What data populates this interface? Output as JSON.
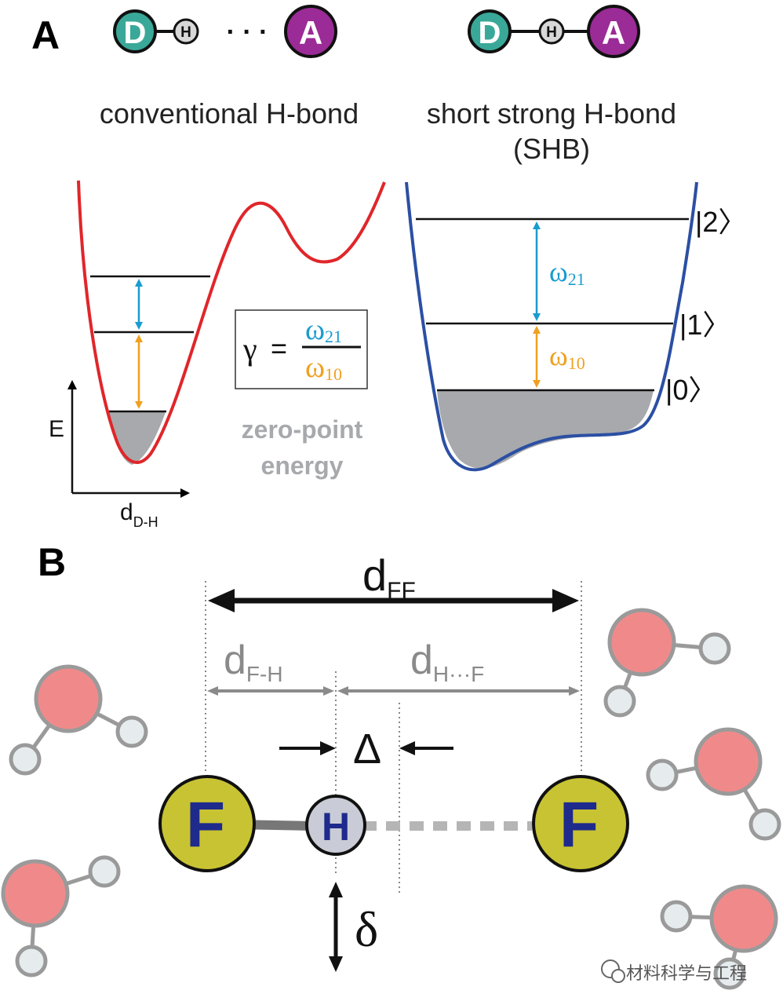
{
  "panel_a": {
    "label": "A",
    "conventional": {
      "donor": "D",
      "hydrogen": "H",
      "dots": "· · ·",
      "acceptor": "A",
      "title": "conventional H-bond"
    },
    "shb": {
      "donor": "D",
      "hydrogen": "H",
      "acceptor": "A",
      "title_line1": "short strong H-bond",
      "title_line2": "(SHB)"
    },
    "axes": {
      "y_label": "E",
      "x_label_main": "d",
      "x_label_sub": "D-H"
    },
    "formula": {
      "gamma": "γ",
      "equals": "=",
      "num_main": "ω",
      "num_sub": "21",
      "den_main": "ω",
      "den_sub": "10"
    },
    "zero_point_line1": "zero-point",
    "zero_point_line2": "energy",
    "levels": {
      "ket2": "|2〉",
      "ket1": "|1〉",
      "ket0": "|0〉",
      "w21_main": "ω",
      "w21_sub": "21",
      "w10_main": "ω",
      "w10_sub": "10"
    },
    "colors": {
      "red_curve": "#e0262a",
      "blue_curve": "#2b4fa3",
      "cyan_arrow": "#1a9bd0",
      "orange_arrow": "#f0a020",
      "zpe_fill": "#a7a9ac",
      "donor_fill": "#3aa898",
      "acceptor_fill": "#9b2b96"
    }
  },
  "panel_b": {
    "label": "B",
    "d_ff_main": "d",
    "d_ff_sub": "FF",
    "d_fh_main": "d",
    "d_fh_sub": "F-H",
    "d_hf_main": "d",
    "d_hf_sub": "H···F",
    "delta_upper": "Δ",
    "delta_lower": "δ",
    "atom_f": "F",
    "atom_h": "H",
    "colors": {
      "f_fill": "#c8c332",
      "f_text": "#1e2a8c",
      "h_fill": "#c9ccd6",
      "water_o": "#f08a8a",
      "water_h": "#e6ecee"
    }
  },
  "watermark": "材料科学与工程"
}
